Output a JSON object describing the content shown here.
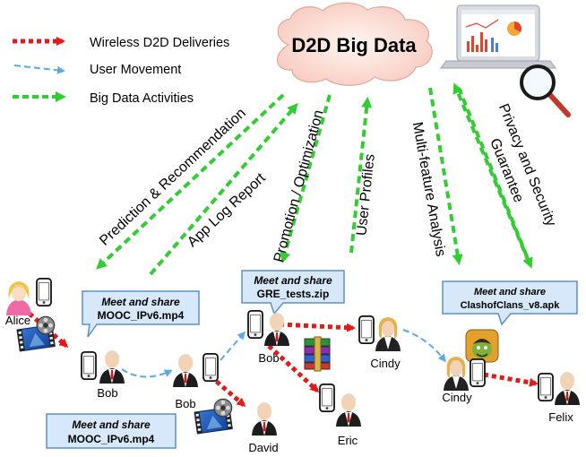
{
  "legend": {
    "wireless": "Wireless D2D Deliveries",
    "movement": "User Movement",
    "activities": "Big Data Activities"
  },
  "cloud_title": "D2D Big Data",
  "activities": {
    "prediction": "Prediction & Recommendation",
    "applog": "App Log Report",
    "promotion": "Promotion / Optimization",
    "profiles": "User Profiles",
    "multifeature": "Multi-feature Analysis",
    "privacy_line1": "Privacy and Security",
    "privacy_line2": "Guarantee"
  },
  "people": {
    "alice": "Alice",
    "bob1": "Bob",
    "bob2": "Bob",
    "bob3": "Bob",
    "david": "David",
    "eric": "Eric",
    "cindy1": "Cindy",
    "cindy2": "Cindy",
    "felix": "Felix"
  },
  "callouts": {
    "c1_title": "Meet and share",
    "c1_file": "MOOC_IPv6.mp4",
    "c2_title": "Meet and share",
    "c2_file": "GRE_tests.zip",
    "c3_title": "Meet and share",
    "c3_file": "ClashofClans_v8.apk",
    "c4_title": "Meet and share",
    "c4_file": "MOOC_IPv6.mp4"
  },
  "colors": {
    "red": "#e31a1a",
    "blue": "#5aaae8",
    "green": "#33cc33",
    "callout_fill": "#d6e8f9",
    "callout_stroke": "#5a8fd0"
  }
}
